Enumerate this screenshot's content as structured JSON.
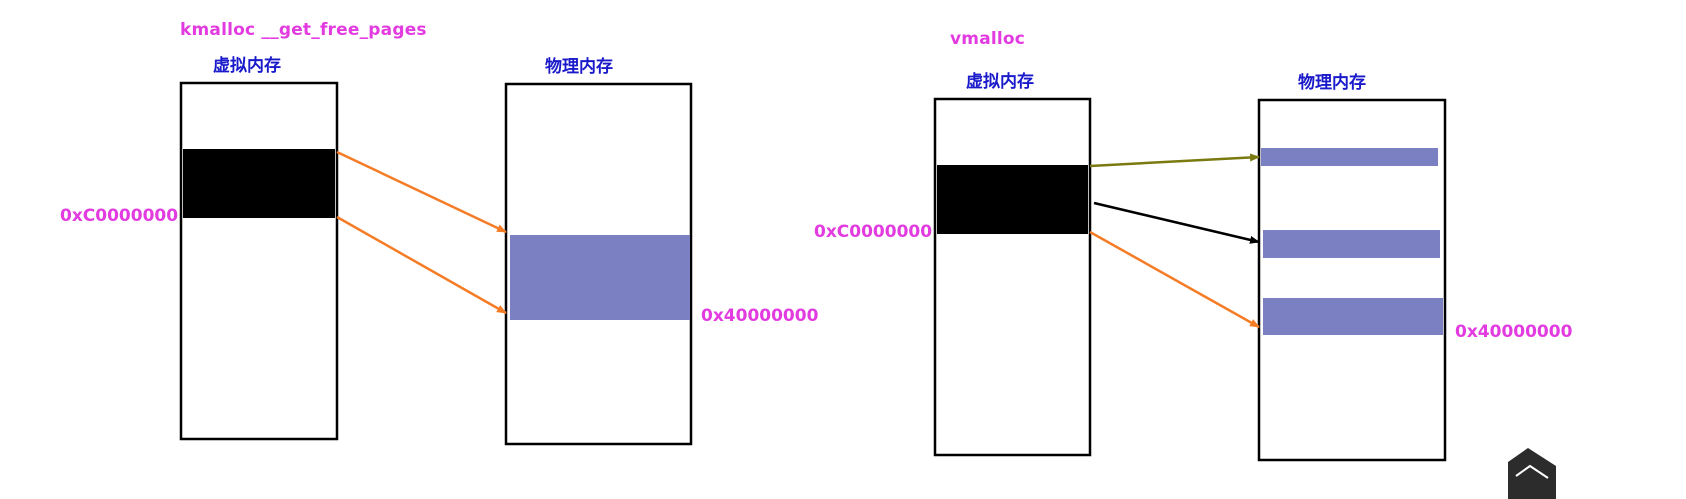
{
  "colors": {
    "title": "#e23be0",
    "header": "#1a1acb",
    "address": "#e23be0",
    "region_virtual": "#000000",
    "region_physical": "#7b80c3",
    "arrow_orange": "#f57c27",
    "arrow_olive": "#7a7a10",
    "arrow_black": "#000000",
    "box_border": "#000000"
  },
  "left_panel": {
    "title": "kmalloc __get_free_pages",
    "virtual_label": "虚拟内存",
    "physical_label": "物理内存",
    "virtual_address": "0xC0000000",
    "physical_address": "0x40000000"
  },
  "right_panel": {
    "title": "vmalloc",
    "virtual_label": "虚拟内存",
    "physical_label": "物理内存",
    "virtual_address": "0xC0000000",
    "physical_address": "0x40000000"
  },
  "icons": {
    "arrowhead": "arrowhead-icon",
    "corner_widget": "corner-badge-icon"
  }
}
